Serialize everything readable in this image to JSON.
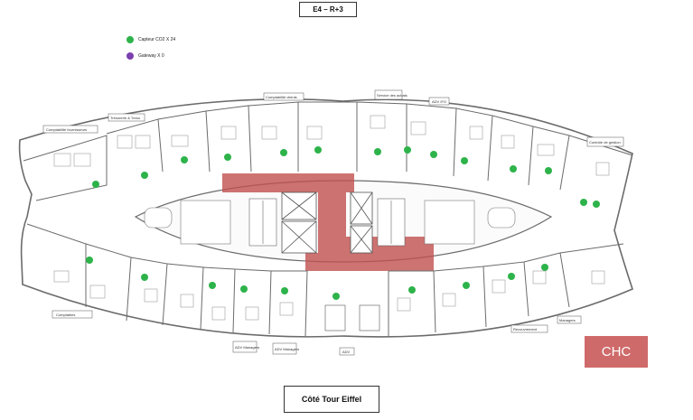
{
  "header": {
    "title": "E4 – R+3"
  },
  "legend": [
    {
      "label": "Capteur CO2 X 24",
      "color": "#2db34a"
    },
    {
      "label": "Gateway X 0",
      "color": "#7b3fb0"
    }
  ],
  "footer": {
    "orientation": "Côté Tour Eiffel"
  },
  "badge": {
    "text": "CHC",
    "color": "#cf6a6a"
  },
  "zone_labels": {
    "comptabilite_fournisseurs": "Comptabilité fournisseurs",
    "tresorie": "Trésorerie & Treso",
    "comptabilite_clients": "Comptabilité clients",
    "service": "Service des achats",
    "adv_ifo": "ADV IFO",
    "controle_gestion": "Contrôle de gestion",
    "comptables": "Comptables",
    "adv_manager1": "ADV Managers",
    "adv_manager2": "ADV Managers",
    "adv": "ADV",
    "recouvrement": "Recouvrement",
    "managers": "Managers"
  },
  "colors": {
    "core": "#c0504d",
    "walls": "#6b6b6b",
    "sensor": "#2db34a"
  }
}
